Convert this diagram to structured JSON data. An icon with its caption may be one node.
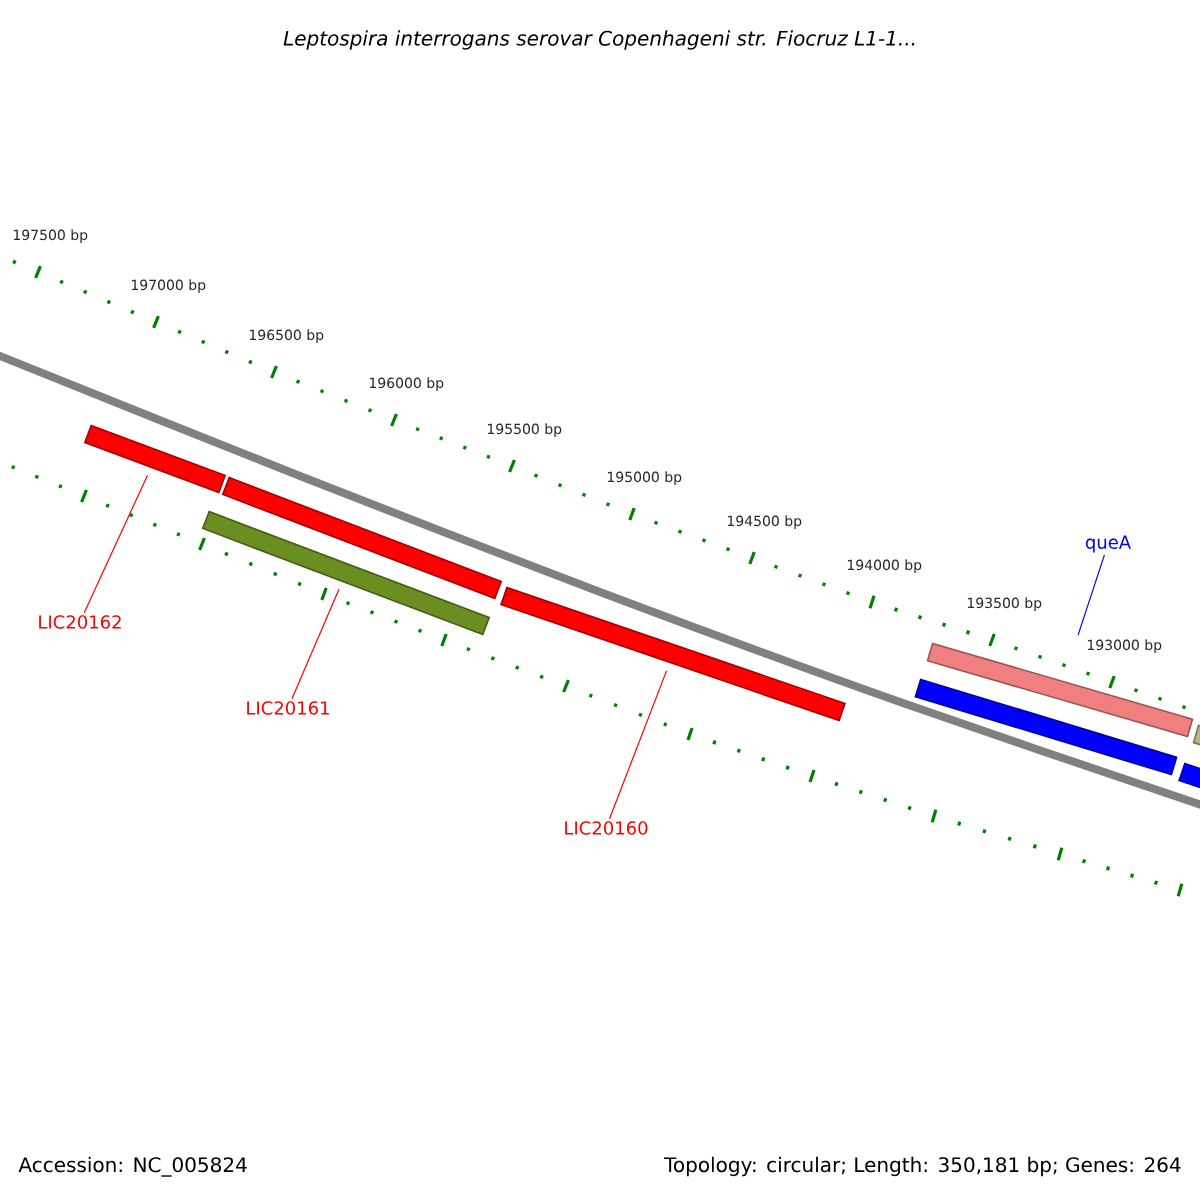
{
  "diagram": {
    "title": "Leptospira interrogans serovar Copenhageni str. Fiocruz L1-1...",
    "nodes": [
      {
        "text": [
          "LIC20162"
        ]
      },
      {
        "text": [
          "LIC20161"
        ]
      },
      {
        "text": [
          "LIC20160"
        ]
      },
      {
        "text": [
          "queA"
        ]
      },
      {
        "text": [],
        "shape": "bar"
      },
      {
        "text": [],
        "shape": "bar"
      },
      {
        "text": [],
        "shape": "bar"
      },
      {
        "text": [],
        "shape": "bar"
      },
      {
        "text": [],
        "shape": "bar"
      },
      {
        "text": [],
        "shape": "bar"
      },
      {
        "text": [],
        "shape": "bar"
      },
      {
        "text": [],
        "shape": "bar"
      }
    ],
    "edges": [
      {
        "from": 0,
        "to": 4,
        "arrow": "none"
      },
      {
        "from": 1,
        "to": 5,
        "arrow": "none"
      },
      {
        "from": 2,
        "to": 7,
        "arrow": "none"
      },
      {
        "from": 3,
        "to": 9,
        "arrow": "none",
        "color": "#0000ff"
      }
    ],
    "labels": [
      "197500 bp",
      "197000 bp",
      "196500 bp",
      "196000 bp",
      "195500 bp",
      "195000 bp",
      "194500 bp",
      "194000 bp",
      "193500 bp",
      "193000 bp",
      "Accession: NC_005824",
      "Topology: circular; Length: 350,181 bp; Genes: 264"
    ]
  }
}
